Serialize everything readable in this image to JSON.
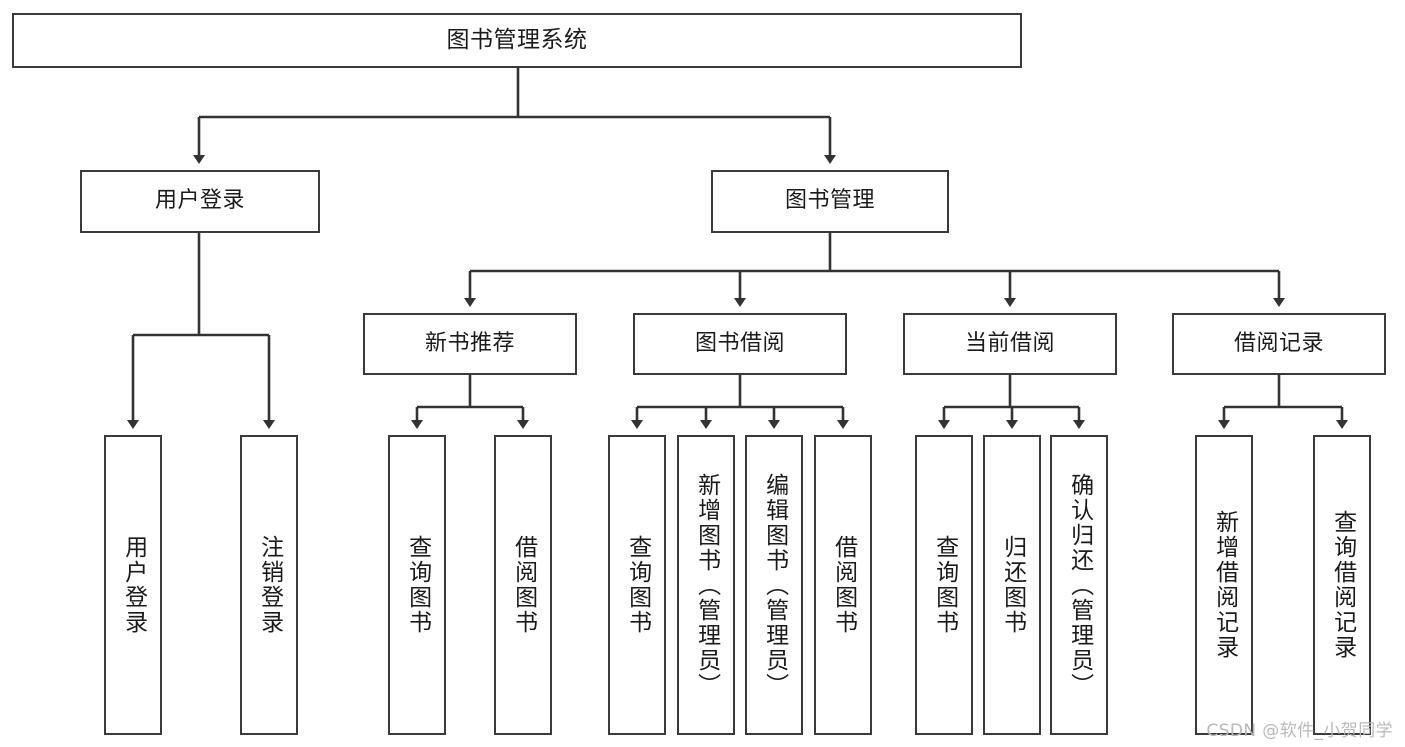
{
  "diagram": {
    "title": "图书管理系统",
    "watermark": "CSDN @软件_小贺同学",
    "colors": {
      "background": "#ffffff",
      "box_fill": "#ffffff",
      "box_stroke": "#3a3a3a",
      "connector": "#333333",
      "text": "#1b1b1b",
      "watermark": "#b9b9b9"
    },
    "root": {
      "label": "图书管理系统"
    },
    "level2": [
      {
        "label": "用户登录"
      },
      {
        "label": "图书管理"
      }
    ],
    "level3": [
      {
        "label": "新书推荐"
      },
      {
        "label": "图书借阅"
      },
      {
        "label": "当前借阅"
      },
      {
        "label": "借阅记录"
      }
    ],
    "leaves_user_login": [
      {
        "label": "用户登录"
      },
      {
        "label": "注销登录"
      }
    ],
    "leaves_new_book": [
      {
        "label": "查询图书"
      },
      {
        "label": "借阅图书"
      }
    ],
    "leaves_borrow": [
      {
        "label": "查询图书"
      },
      {
        "label": "新增图书（管理员）"
      },
      {
        "label": "编辑图书（管理员）"
      },
      {
        "label": "借阅图书"
      }
    ],
    "leaves_current": [
      {
        "label": "查询图书"
      },
      {
        "label": "归还图书"
      },
      {
        "label": "确认归还（管理员）"
      }
    ],
    "leaves_record": [
      {
        "label": "新增借阅记录"
      },
      {
        "label": "查询借阅记录"
      }
    ]
  }
}
